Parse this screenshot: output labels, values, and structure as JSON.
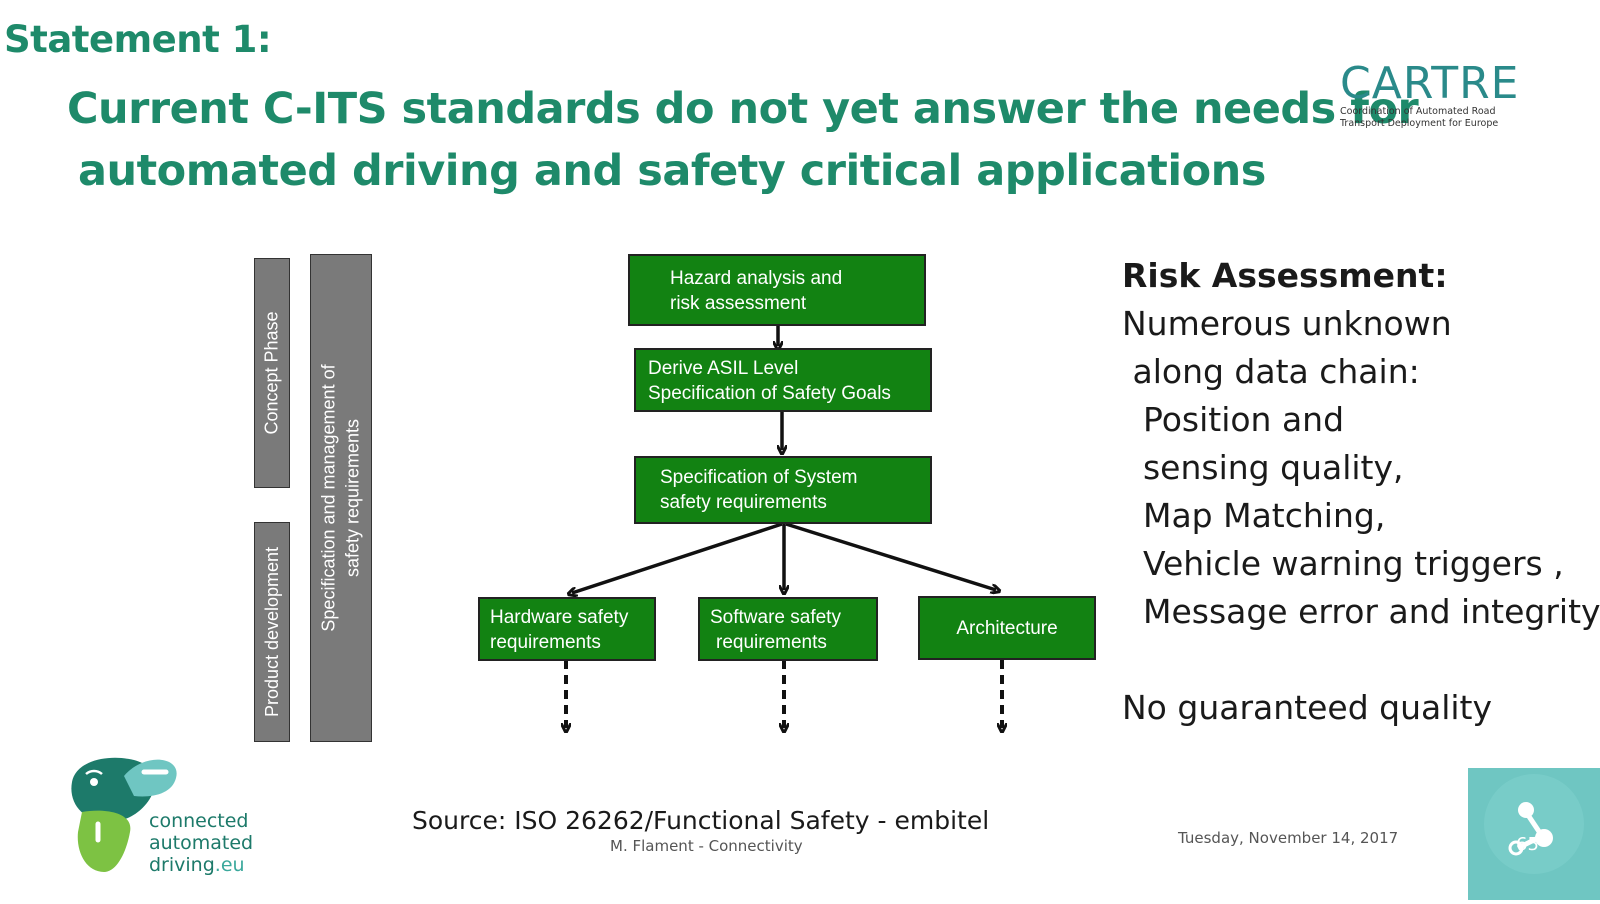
{
  "header": {
    "statement": "Statement 1:",
    "headline_line1": "Current C-ITS standards do not yet answer the needs for",
    "headline_line2": "automated driving and safety critical applications"
  },
  "logo": {
    "name": "CARTRE",
    "tagline_line1": "Coordination of Automated Road",
    "tagline_line2": "Transport Deployment for Europe"
  },
  "diagram": {
    "phases": {
      "concept": "Concept Phase",
      "product": "Product development",
      "spec_line1": "Specification and management of",
      "spec_line2": "safety requirements"
    },
    "boxes": {
      "hazard_line1": "Hazard analysis and",
      "hazard_line2": "risk assessment",
      "asil_line1": "Derive ASIL Level",
      "asil_line2": "Specification of Safety Goals",
      "system_line1": "Specification of System",
      "system_line2": "safety requirements",
      "hardware_line1": "Hardware safety",
      "hardware_line2": "requirements",
      "software_line1": "Software safety",
      "software_line2": "requirements",
      "architecture": "Architecture"
    },
    "colors": {
      "box": "#128212",
      "phase_bar": "#7a7a7a"
    }
  },
  "risk_panel": {
    "title": "Risk Assessment:",
    "lines": [
      "Numerous unknown",
      " along data chain:",
      "  Position and",
      "  sensing quality,",
      "  Map Matching,",
      "  Vehicle warning triggers ,",
      "  Message error and integrity,"
    ],
    "conclusion": "No guaranteed quality"
  },
  "footer": {
    "source": "Source: ISO 26262/Functional Safety - embitel",
    "author": "M. Flament - Connectivity",
    "date": "Tuesday, November 14, 2017",
    "page_number": "65",
    "partner_logo": {
      "line1": "connected",
      "line2": "automated",
      "line3_main": "driving",
      "line3_domain": ".eu"
    }
  },
  "colors": {
    "title_green": "#1e8a6a",
    "corner_teal": "#6fc6c2"
  }
}
